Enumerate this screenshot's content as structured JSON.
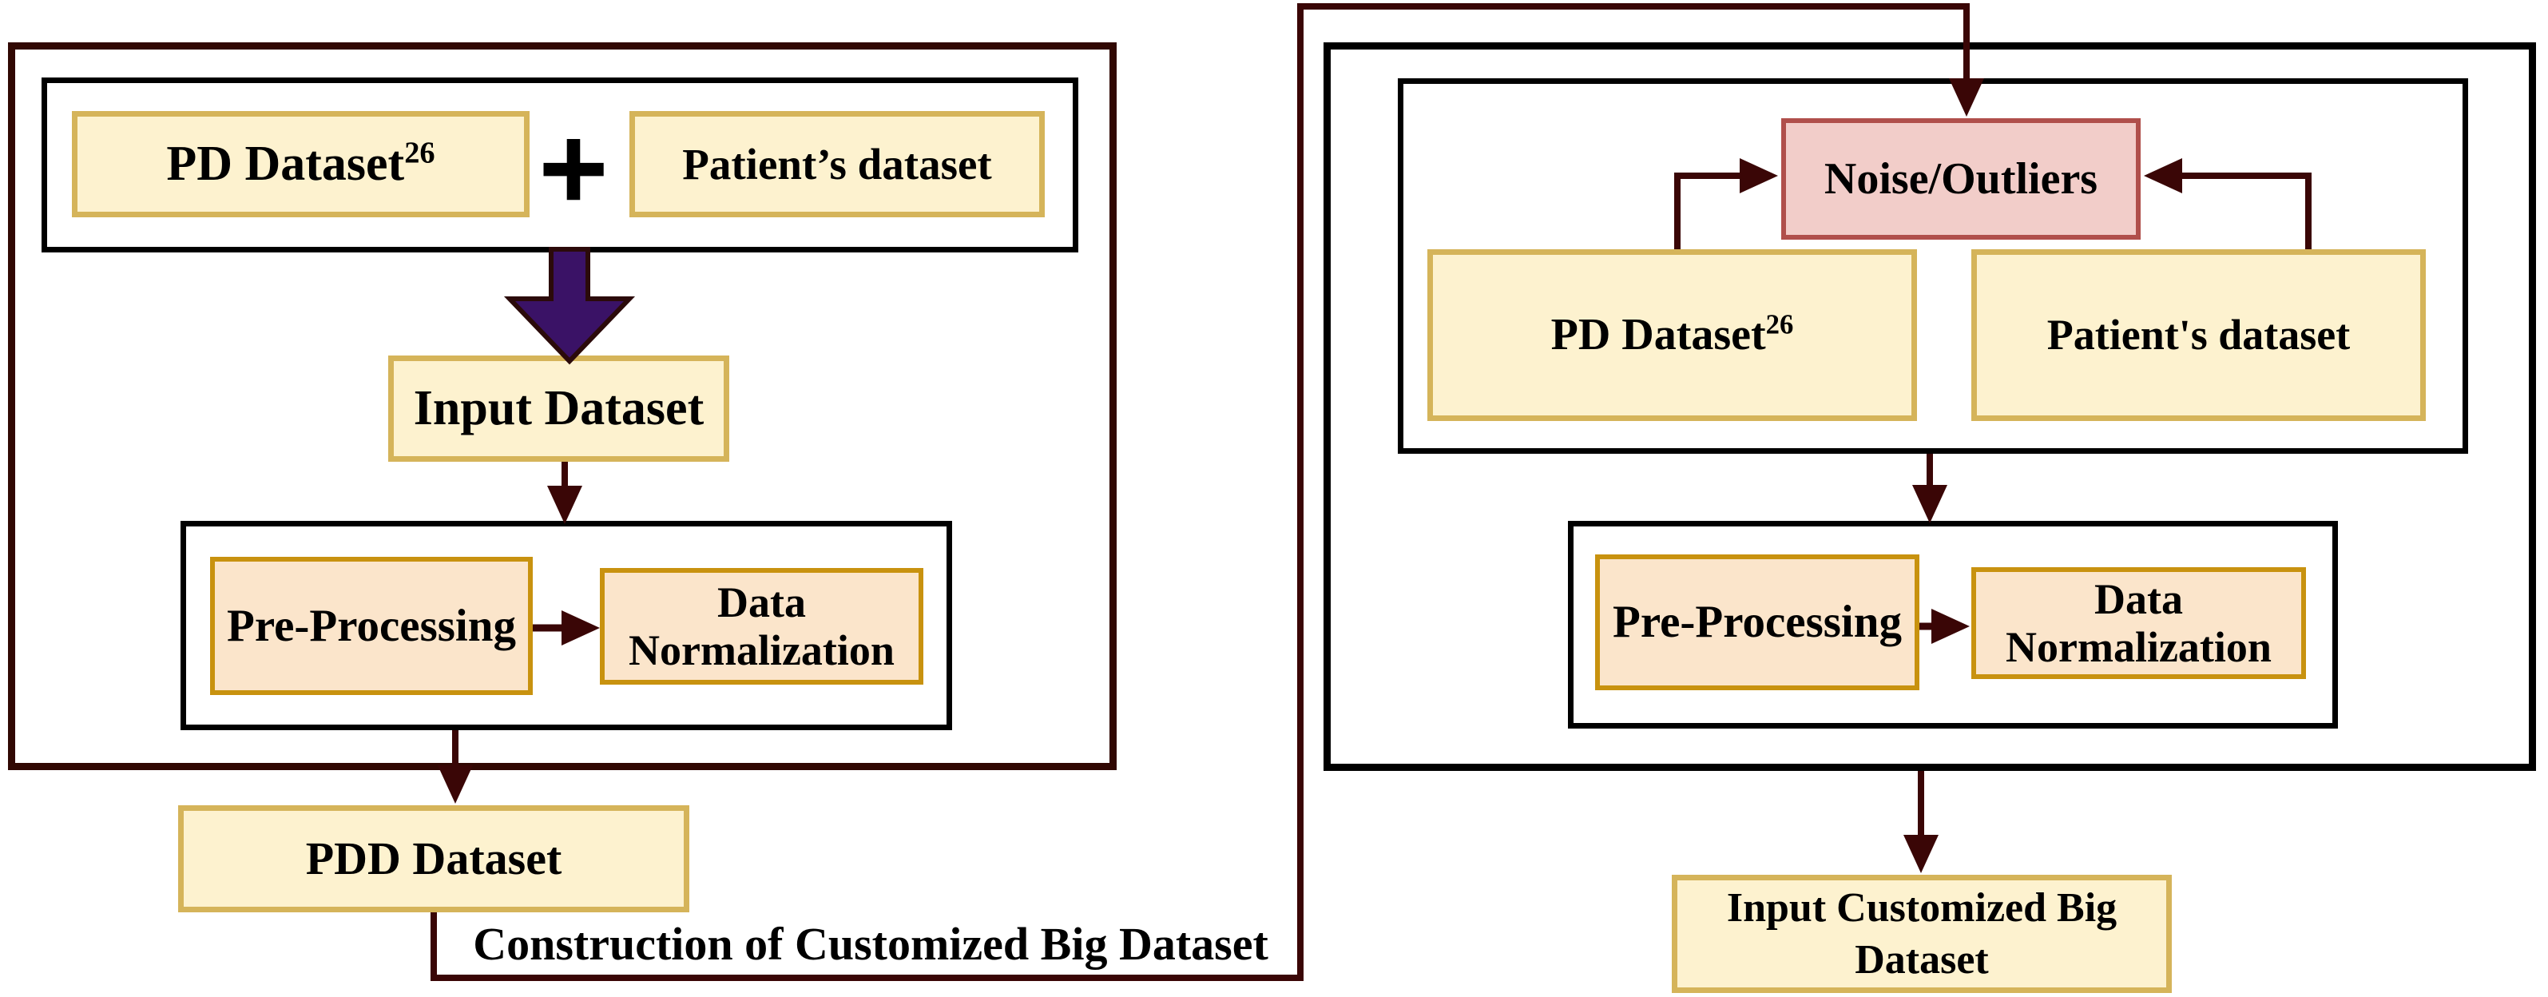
{
  "title": "Construction of Customized Big Dataset flow diagram",
  "colors": {
    "outer_left_border": "#310803",
    "outer_right_border": "#000000",
    "inner_border": "#000000",
    "yellow_fill": "#FDF2CF",
    "yellow_border": "#D5B45A",
    "peach_fill": "#FBE5CB",
    "peach_border": "#C8920F",
    "pink_fill": "#F2CDC9",
    "pink_border": "#B04F4B",
    "arrow_line": "#3A0606",
    "big_arrow_fill": "#3A1266",
    "big_arrow_outline": "#2B0A0A",
    "plus": "#000000",
    "text": "#000000"
  },
  "left_panel": {
    "pd_dataset": {
      "label": "PD Dataset",
      "superscript": "26"
    },
    "plus": "+",
    "patients_dataset": "Patient’s dataset",
    "input_dataset": "Input Dataset",
    "pre_processing": "Pre-Processing",
    "data_normalization": "Data Normalization",
    "pdd_dataset": "PDD Dataset",
    "caption": "Construction of Customized Big Dataset"
  },
  "right_panel": {
    "noise_outliers": "Noise/Outliers",
    "pd_dataset": {
      "label": "PD Dataset",
      "superscript": "26"
    },
    "patients_dataset": "Patient's dataset",
    "pre_processing": "Pre-Processing",
    "data_normalization": "Data Normalization",
    "input_customized_big_dataset": "Input Customized Big Dataset"
  }
}
